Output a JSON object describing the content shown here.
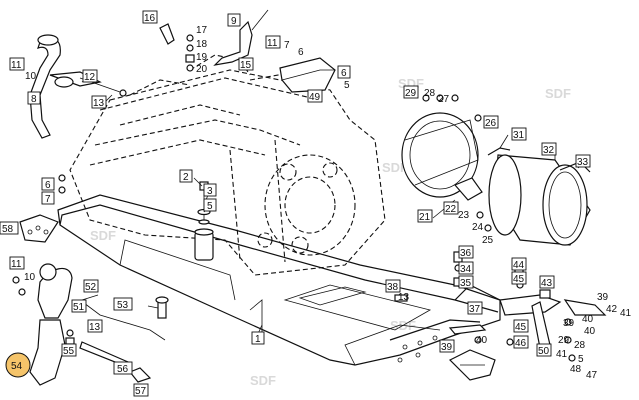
{
  "watermark": "SDF",
  "callouts": {
    "c1": "1",
    "c2": "2",
    "c3": "3",
    "c5": "5",
    "c6": "6",
    "c7": "7",
    "c8": "8",
    "c9": "9",
    "c10": "10",
    "c11": "11",
    "c12": "12",
    "c13": "13",
    "c15": "15",
    "c16": "16",
    "c17": "17",
    "c18": "18",
    "c19": "19",
    "c20": "20",
    "c21": "21",
    "c22": "22",
    "c23": "23",
    "c24": "24",
    "c25": "25",
    "c26": "26",
    "c27": "27",
    "c28": "28",
    "c29": "29",
    "c31": "31",
    "c32": "32",
    "c33": "33",
    "c34": "34",
    "c35": "35",
    "c36": "36",
    "c37": "37",
    "c38": "38",
    "c39": "39",
    "c40": "40",
    "c41": "41",
    "c42": "42",
    "c43": "43",
    "c44": "44",
    "c45": "45",
    "c46": "46",
    "c47": "47",
    "c48": "48",
    "c49": "49",
    "c50": "50",
    "c51": "51",
    "c52": "52",
    "c53": "53",
    "c54": "54",
    "c55": "55",
    "c56": "56",
    "c57": "57",
    "c58": "58"
  },
  "highlight_color": "#f5c46a"
}
